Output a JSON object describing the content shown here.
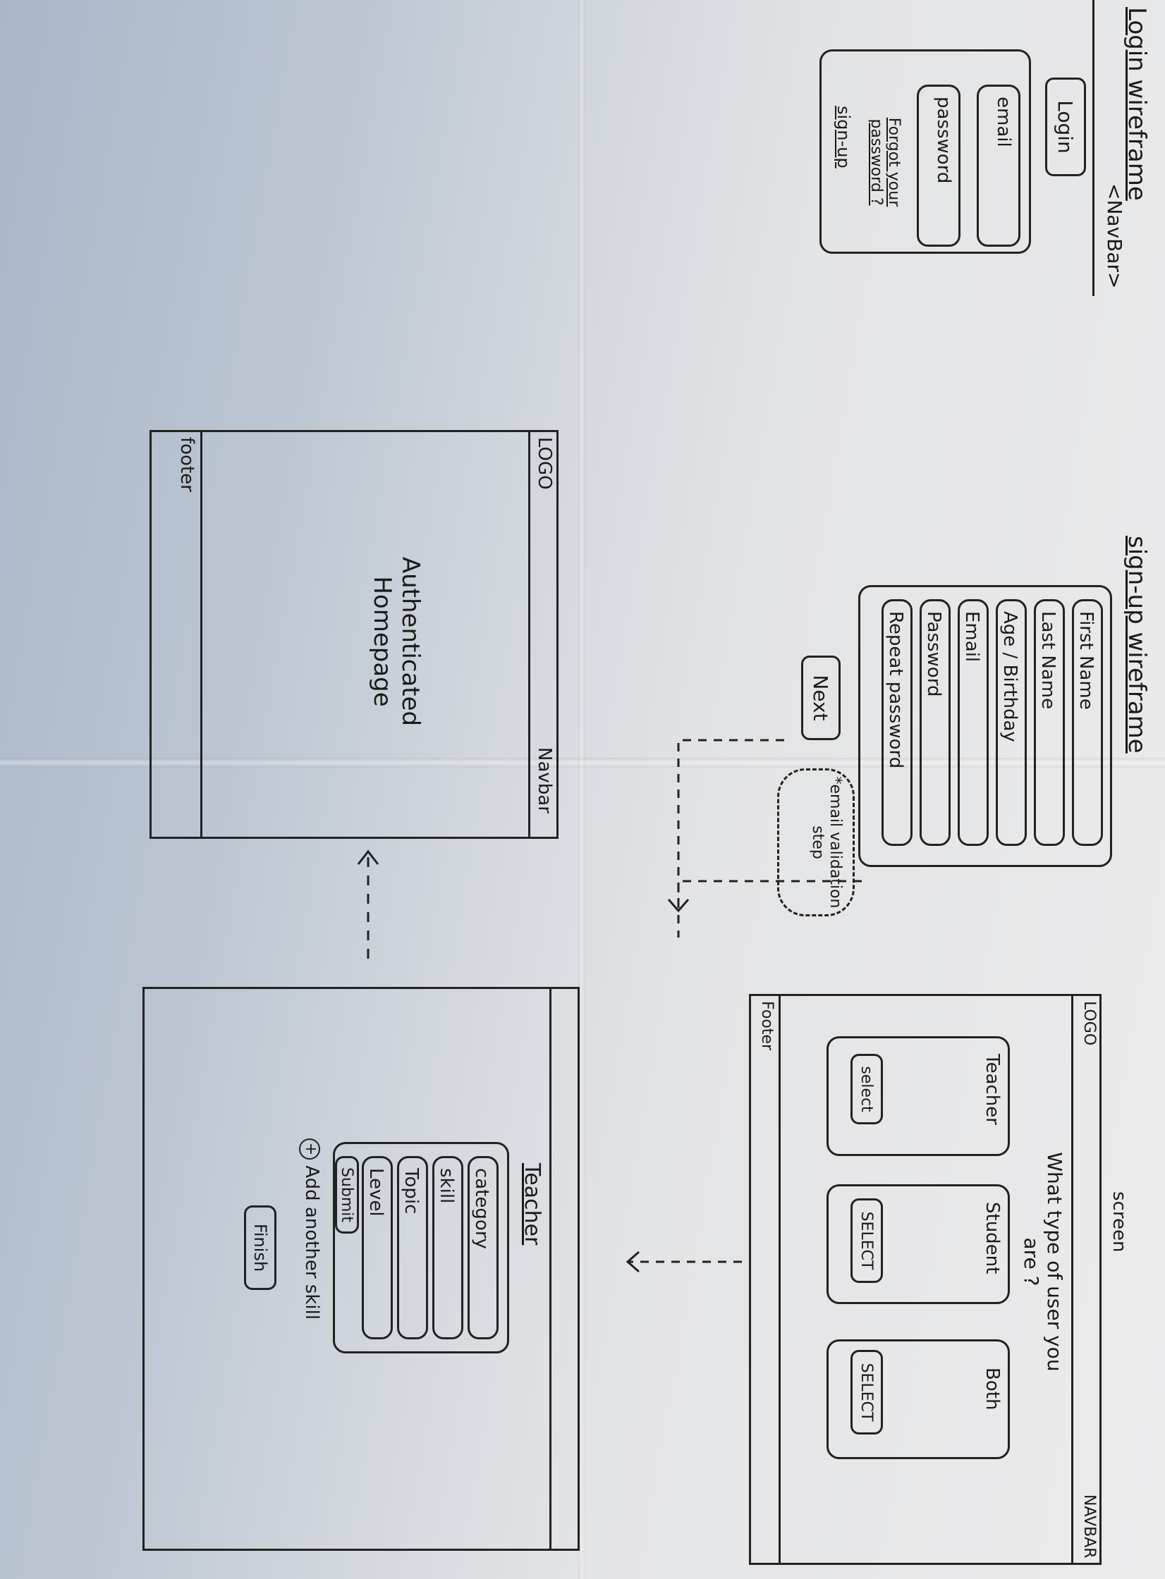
{
  "login": {
    "title": "Login wireframe",
    "navbar": "<NavBar>",
    "button": "Login",
    "email": "email",
    "password": "password",
    "forgot": "Forgot your password ?",
    "signup": "sign-up"
  },
  "signup": {
    "title": "sign-up wireframe",
    "fields": [
      "First Name",
      "Last Name",
      "Age / Birthday",
      "Email",
      "Password",
      "Repeat password"
    ],
    "next": "Next",
    "note": "*email validation step"
  },
  "home": {
    "logo": "LOGO",
    "navbar": "Navbar",
    "title": "Authenticated Homepage",
    "footer": "footer"
  },
  "usertype": {
    "logo": "LOGO",
    "screen": "screen",
    "navbar": "NAVBAR",
    "question": "What type of user you are ?",
    "footer": "Footer",
    "options": [
      {
        "label": "Teacher",
        "button": "select"
      },
      {
        "label": "Student",
        "button": "SELECT"
      },
      {
        "label": "Both",
        "button": "SELECT"
      }
    ]
  },
  "teacher": {
    "title": "Teacher",
    "fields": [
      "category",
      "skill",
      "Topic",
      "Level"
    ],
    "submit": "Submit",
    "add": "Add another skill",
    "finish": "Finish"
  },
  "colors": {
    "ink": "#1a1a1a",
    "paper": "#e3e4e6",
    "shadow": "#a9b7c9"
  }
}
